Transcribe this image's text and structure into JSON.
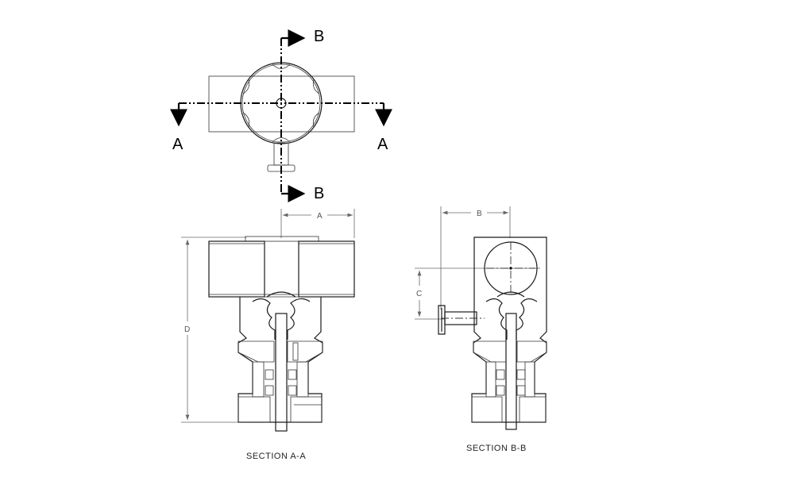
{
  "drawing": {
    "top_view": {
      "cut_labels": {
        "section_a_left": "A",
        "section_a_right": "A",
        "section_b_top": "B",
        "section_b_bottom": "B"
      }
    },
    "section_a": {
      "title": "SECTION A-A",
      "dimensions": {
        "width": "A",
        "height": "D"
      }
    },
    "section_b": {
      "title": "SECTION B-B",
      "dimensions": {
        "width": "B",
        "offset": "C"
      }
    },
    "colors": {
      "line": "#1a1a1a",
      "dimension": "#666666",
      "background": "#ffffff"
    }
  }
}
